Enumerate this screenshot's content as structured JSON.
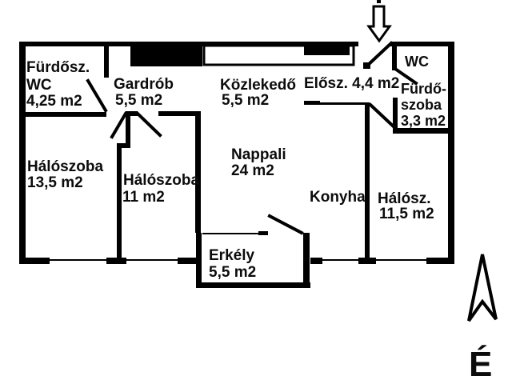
{
  "plan": {
    "colors": {
      "wall": "#000000",
      "background": "#ffffff",
      "text": "#0c0c0c"
    },
    "rooms": {
      "bathroom_wc": {
        "line1": "Fürdősz.",
        "line2": "WC",
        "line3": "4,25 m2"
      },
      "wardrobe": {
        "line1": "Gardrób",
        "line2": "5,5 m2"
      },
      "hallway": {
        "line1": "Közlekedő",
        "line2": "5,5 m2"
      },
      "entry": {
        "line1": "Elősz. 4,4 m2"
      },
      "wc": {
        "line1": "WC"
      },
      "bathroom": {
        "line1": "Fürdő-",
        "line2": "szoba",
        "line3": "3,3 m2"
      },
      "bedroom1": {
        "line1": "Hálószoba",
        "line2": "13,5 m2"
      },
      "bedroom2": {
        "line1": "Hálószoba",
        "line2": "11 m2"
      },
      "living_room": {
        "line1": "Nappali",
        "line2": "24 m2"
      },
      "kitchen": {
        "line1": "Konyha"
      },
      "bedroom3": {
        "line1": "Hálósz.",
        "line2": "11,5 m2"
      },
      "balcony": {
        "line1": "Erkély",
        "line2": "5,5 m2"
      }
    },
    "compass": {
      "label": "É"
    },
    "icons": {
      "entrance": "down-arrow-icon",
      "north": "north-arrow-icon"
    }
  }
}
